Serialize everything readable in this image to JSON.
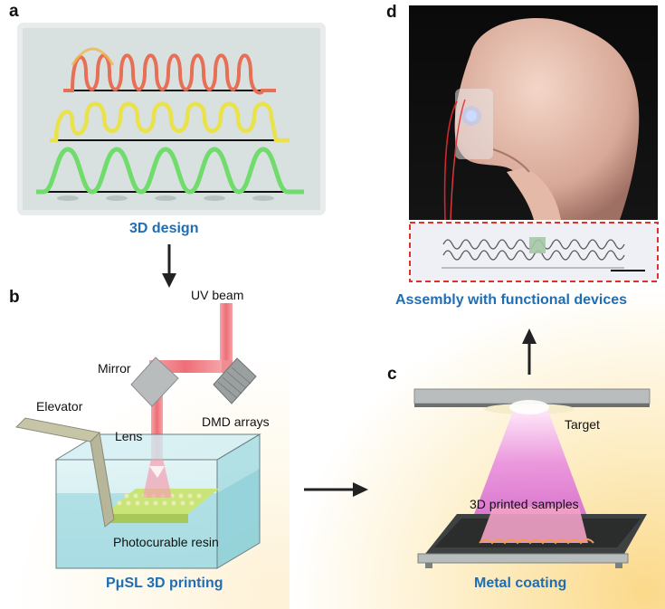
{
  "panels": {
    "a": {
      "letter": "a",
      "caption": "3D design"
    },
    "b": {
      "letter": "b",
      "caption": "PμSL 3D printing",
      "labels": {
        "uv_beam": "UV beam",
        "mirror": "Mirror",
        "elevator": "Elevator",
        "lens": "Lens",
        "dmd": "DMD arrays",
        "resin": "Photocurable resin"
      }
    },
    "c": {
      "letter": "c",
      "caption": "Metal coating",
      "labels": {
        "target": "Target",
        "samples": "3D printed samples"
      }
    },
    "d": {
      "letter": "d",
      "caption": "Assembly with functional devices"
    }
  },
  "colors": {
    "caption_blue": "#1f6eb5",
    "beam_red": "#f07a80",
    "plasma_pink": "#e45fd8",
    "inset_border": "#e0302a"
  }
}
